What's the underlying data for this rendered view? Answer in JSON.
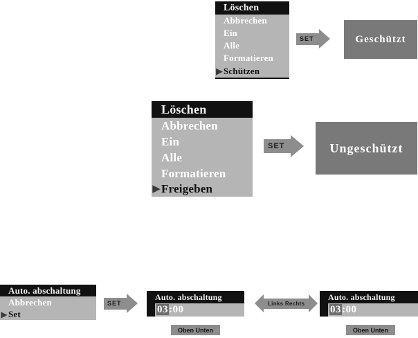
{
  "protect_flow": {
    "menu": {
      "header": "Löschen",
      "items": [
        {
          "label": "Abbrechen",
          "state": "item"
        },
        {
          "label": "Ein",
          "state": "item"
        },
        {
          "label": "Alle",
          "state": "item"
        },
        {
          "label": "Formatieren",
          "state": "item"
        },
        {
          "label": "Schützen",
          "state": "selected"
        }
      ]
    },
    "action_label": "SET",
    "result_label": "Geschützt"
  },
  "unprotect_flow": {
    "menu": {
      "header": "Löschen",
      "items": [
        {
          "label": "Abbrechen",
          "state": "item"
        },
        {
          "label": "Ein",
          "state": "item"
        },
        {
          "label": "Alle",
          "state": "item"
        },
        {
          "label": "Formatieren",
          "state": "item"
        },
        {
          "label": "Freigeben",
          "state": "selected"
        }
      ]
    },
    "action_label": "SET",
    "result_label": "Ungeschützt"
  },
  "autopower_flow": {
    "menu": {
      "header": "Auto. abschaltung",
      "items": [
        {
          "label": "Abbrechen",
          "state": "item"
        },
        {
          "label": "Set",
          "state": "selected"
        }
      ]
    },
    "action_label": "SET",
    "middle_screen": {
      "header": "Auto. abschaltung",
      "hours": "03",
      "separator": ":",
      "minutes": "00",
      "hint_label": "Oben Unten"
    },
    "nav_label": "Links  Rechts",
    "right_screen": {
      "header": "Auto. abschaltung",
      "hours": "03",
      "separator": ":",
      "minutes": "00",
      "hint_label": "Oben Unten"
    }
  },
  "colors": {
    "lcd_dark": "#111111",
    "lcd_light": "#b5b5b5",
    "arrow_gray": "#8d8d8d",
    "result_gray": "#797979"
  },
  "icons": {
    "caret": "▶"
  }
}
